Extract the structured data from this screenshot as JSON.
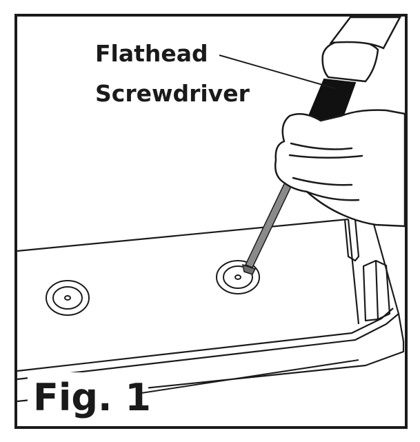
{
  "callout": {
    "line1": "Flathead",
    "line2": "Screwdriver"
  },
  "figure_label": "Fig. 1",
  "colors": {
    "stroke": "#1a1a1a",
    "shaft": "#8a8a8a",
    "handle": "#111111",
    "background": "#ffffff"
  }
}
